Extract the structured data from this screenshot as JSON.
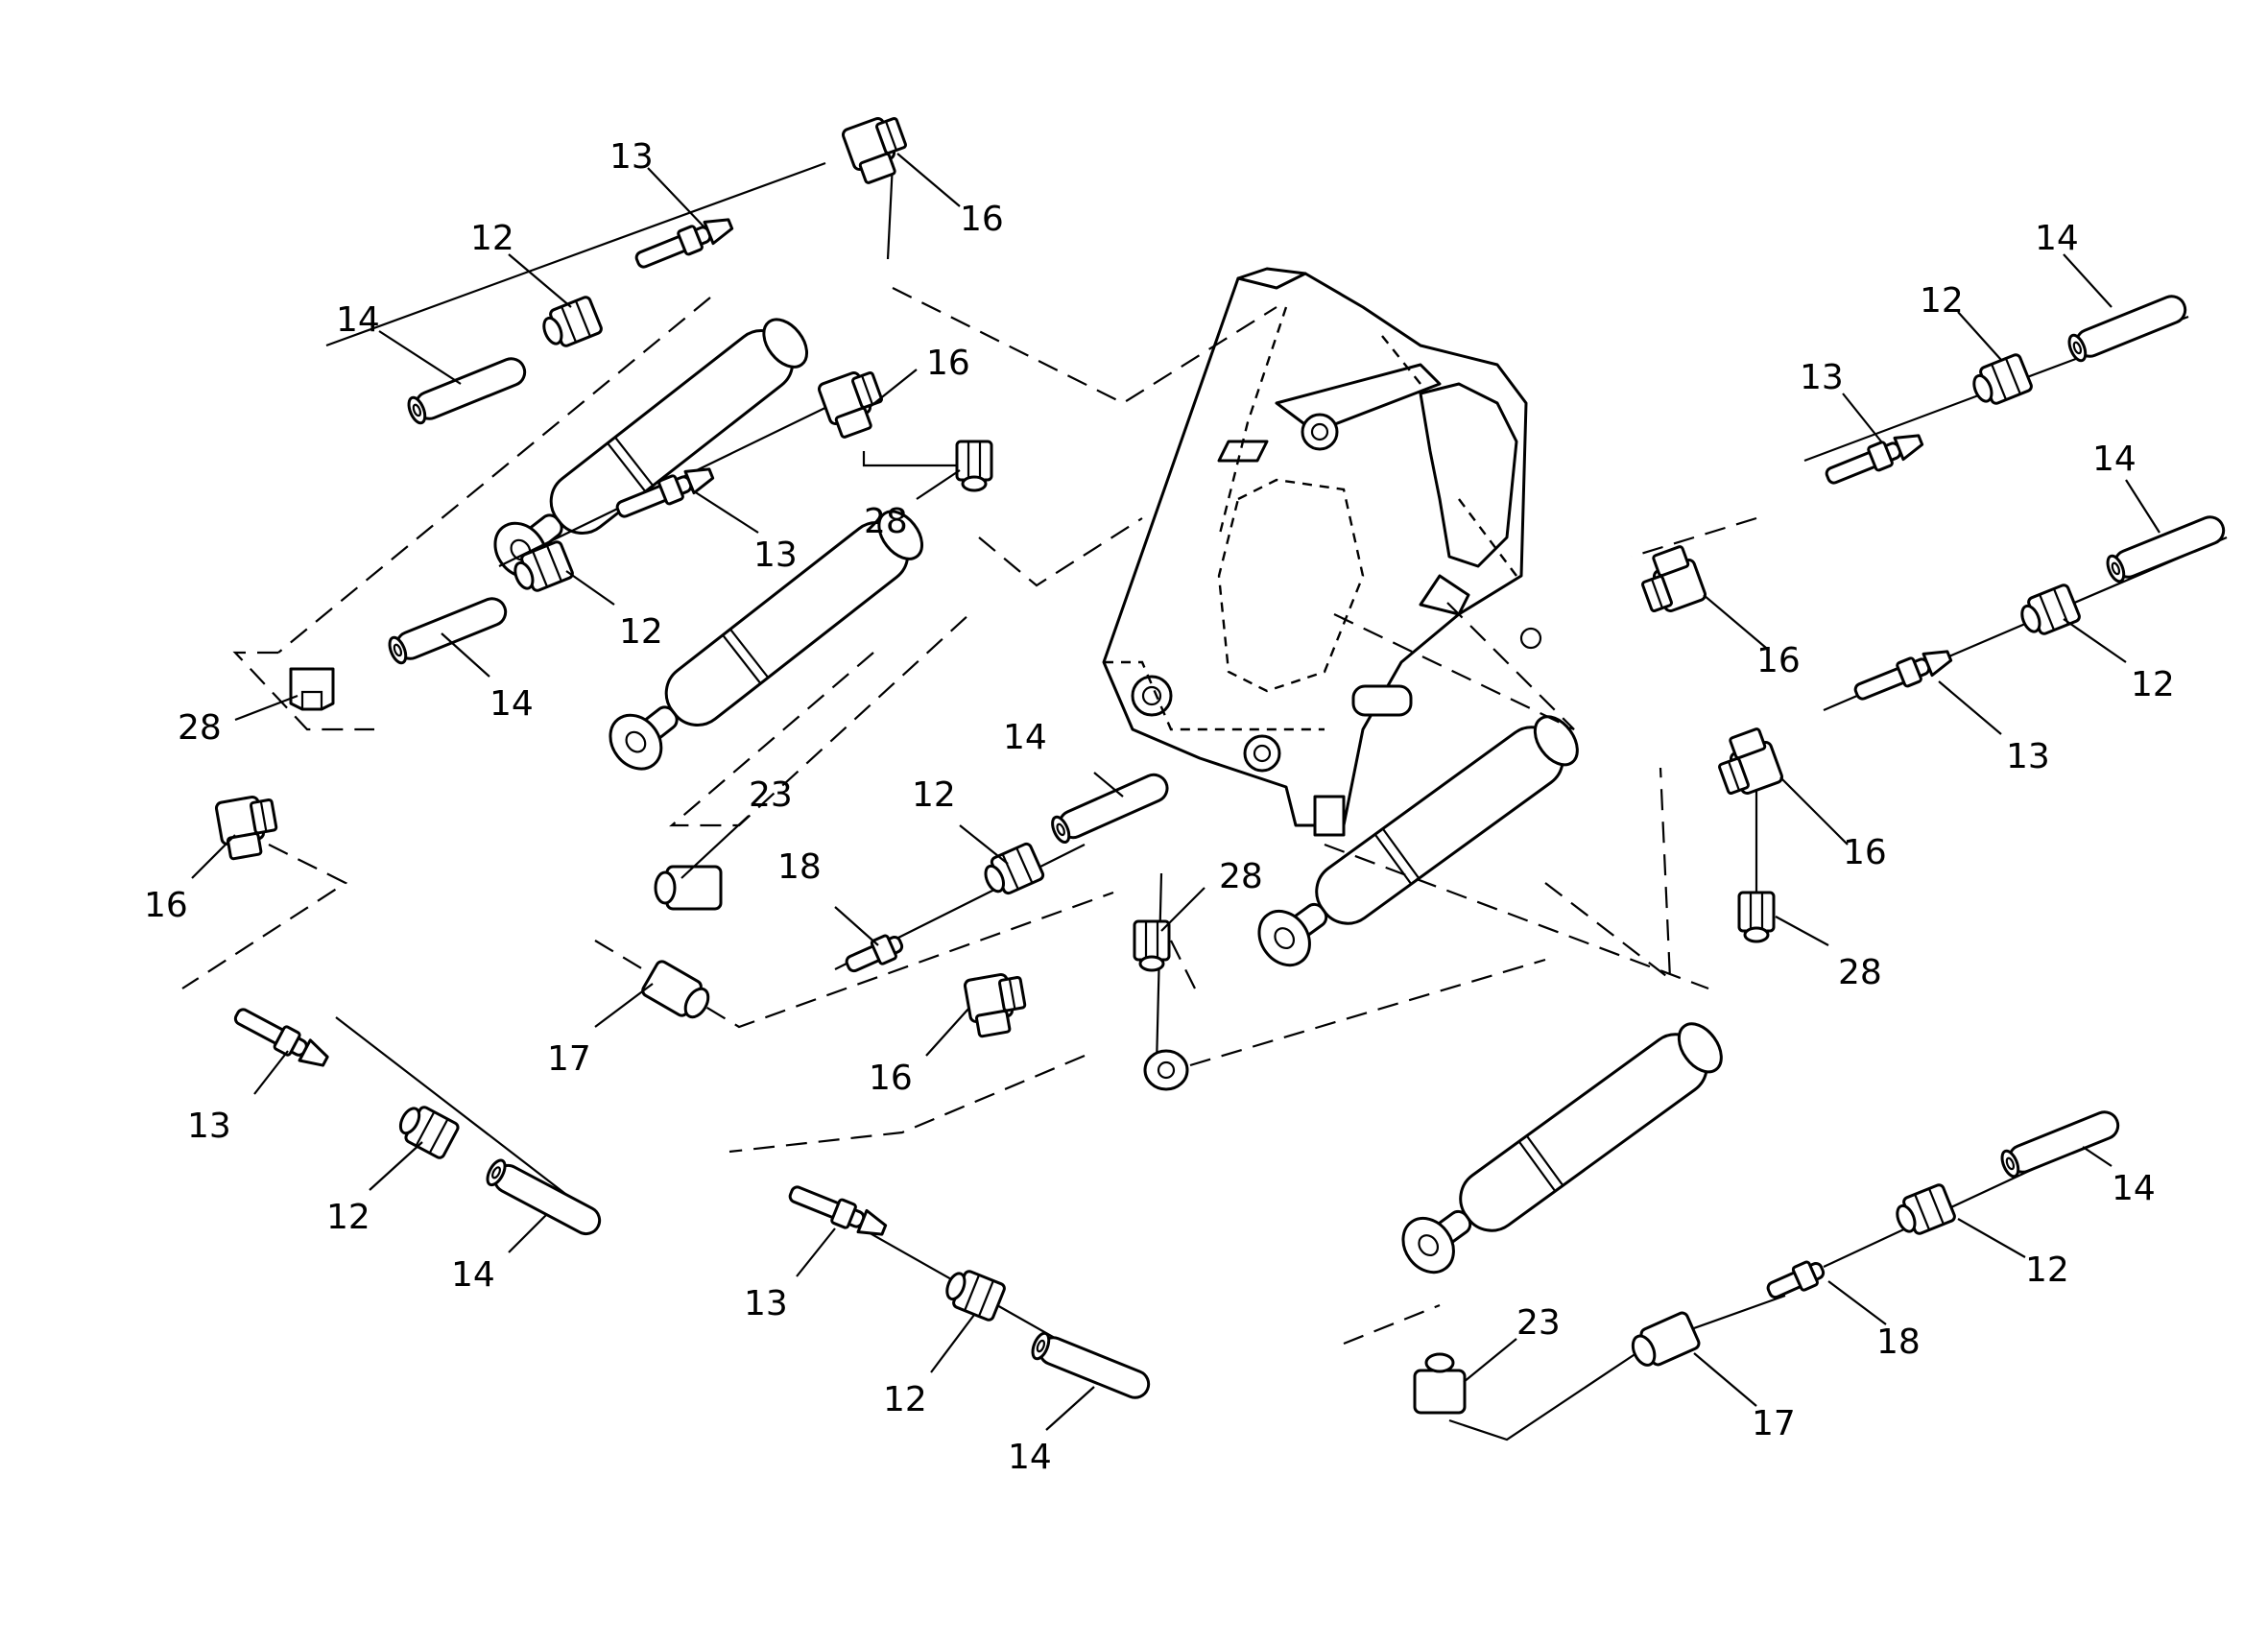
{
  "diagram": {
    "callouts": [
      {
        "id": "c1",
        "label": "13"
      },
      {
        "id": "c2",
        "label": "16"
      },
      {
        "id": "c3",
        "label": "12"
      },
      {
        "id": "c4",
        "label": "14"
      },
      {
        "id": "c5",
        "label": "16"
      },
      {
        "id": "c6",
        "label": "28"
      },
      {
        "id": "c7",
        "label": "13"
      },
      {
        "id": "c8",
        "label": "12"
      },
      {
        "id": "c9",
        "label": "14"
      },
      {
        "id": "c10",
        "label": "28"
      },
      {
        "id": "c11",
        "label": "16"
      },
      {
        "id": "c12",
        "label": "23"
      },
      {
        "id": "c13",
        "label": "14"
      },
      {
        "id": "c14",
        "label": "12"
      },
      {
        "id": "c15",
        "label": "18"
      },
      {
        "id": "c16",
        "label": "17"
      },
      {
        "id": "c17",
        "label": "16"
      },
      {
        "id": "c18",
        "label": "13"
      },
      {
        "id": "c19",
        "label": "12"
      },
      {
        "id": "c20",
        "label": "14"
      },
      {
        "id": "c21",
        "label": "13"
      },
      {
        "id": "c22",
        "label": "12"
      },
      {
        "id": "c23",
        "label": "14"
      },
      {
        "id": "c24",
        "label": "28"
      },
      {
        "id": "c25",
        "label": "14"
      },
      {
        "id": "c26",
        "label": "12"
      },
      {
        "id": "c27",
        "label": "13"
      },
      {
        "id": "c28",
        "label": "14"
      },
      {
        "id": "c29",
        "label": "16"
      },
      {
        "id": "c30",
        "label": "12"
      },
      {
        "id": "c31",
        "label": "13"
      },
      {
        "id": "c32",
        "label": "16"
      },
      {
        "id": "c33",
        "label": "28"
      },
      {
        "id": "c34",
        "label": "14"
      },
      {
        "id": "c35",
        "label": "12"
      },
      {
        "id": "c36",
        "label": "18"
      },
      {
        "id": "c37",
        "label": "23"
      },
      {
        "id": "c38",
        "label": "17"
      }
    ]
  }
}
